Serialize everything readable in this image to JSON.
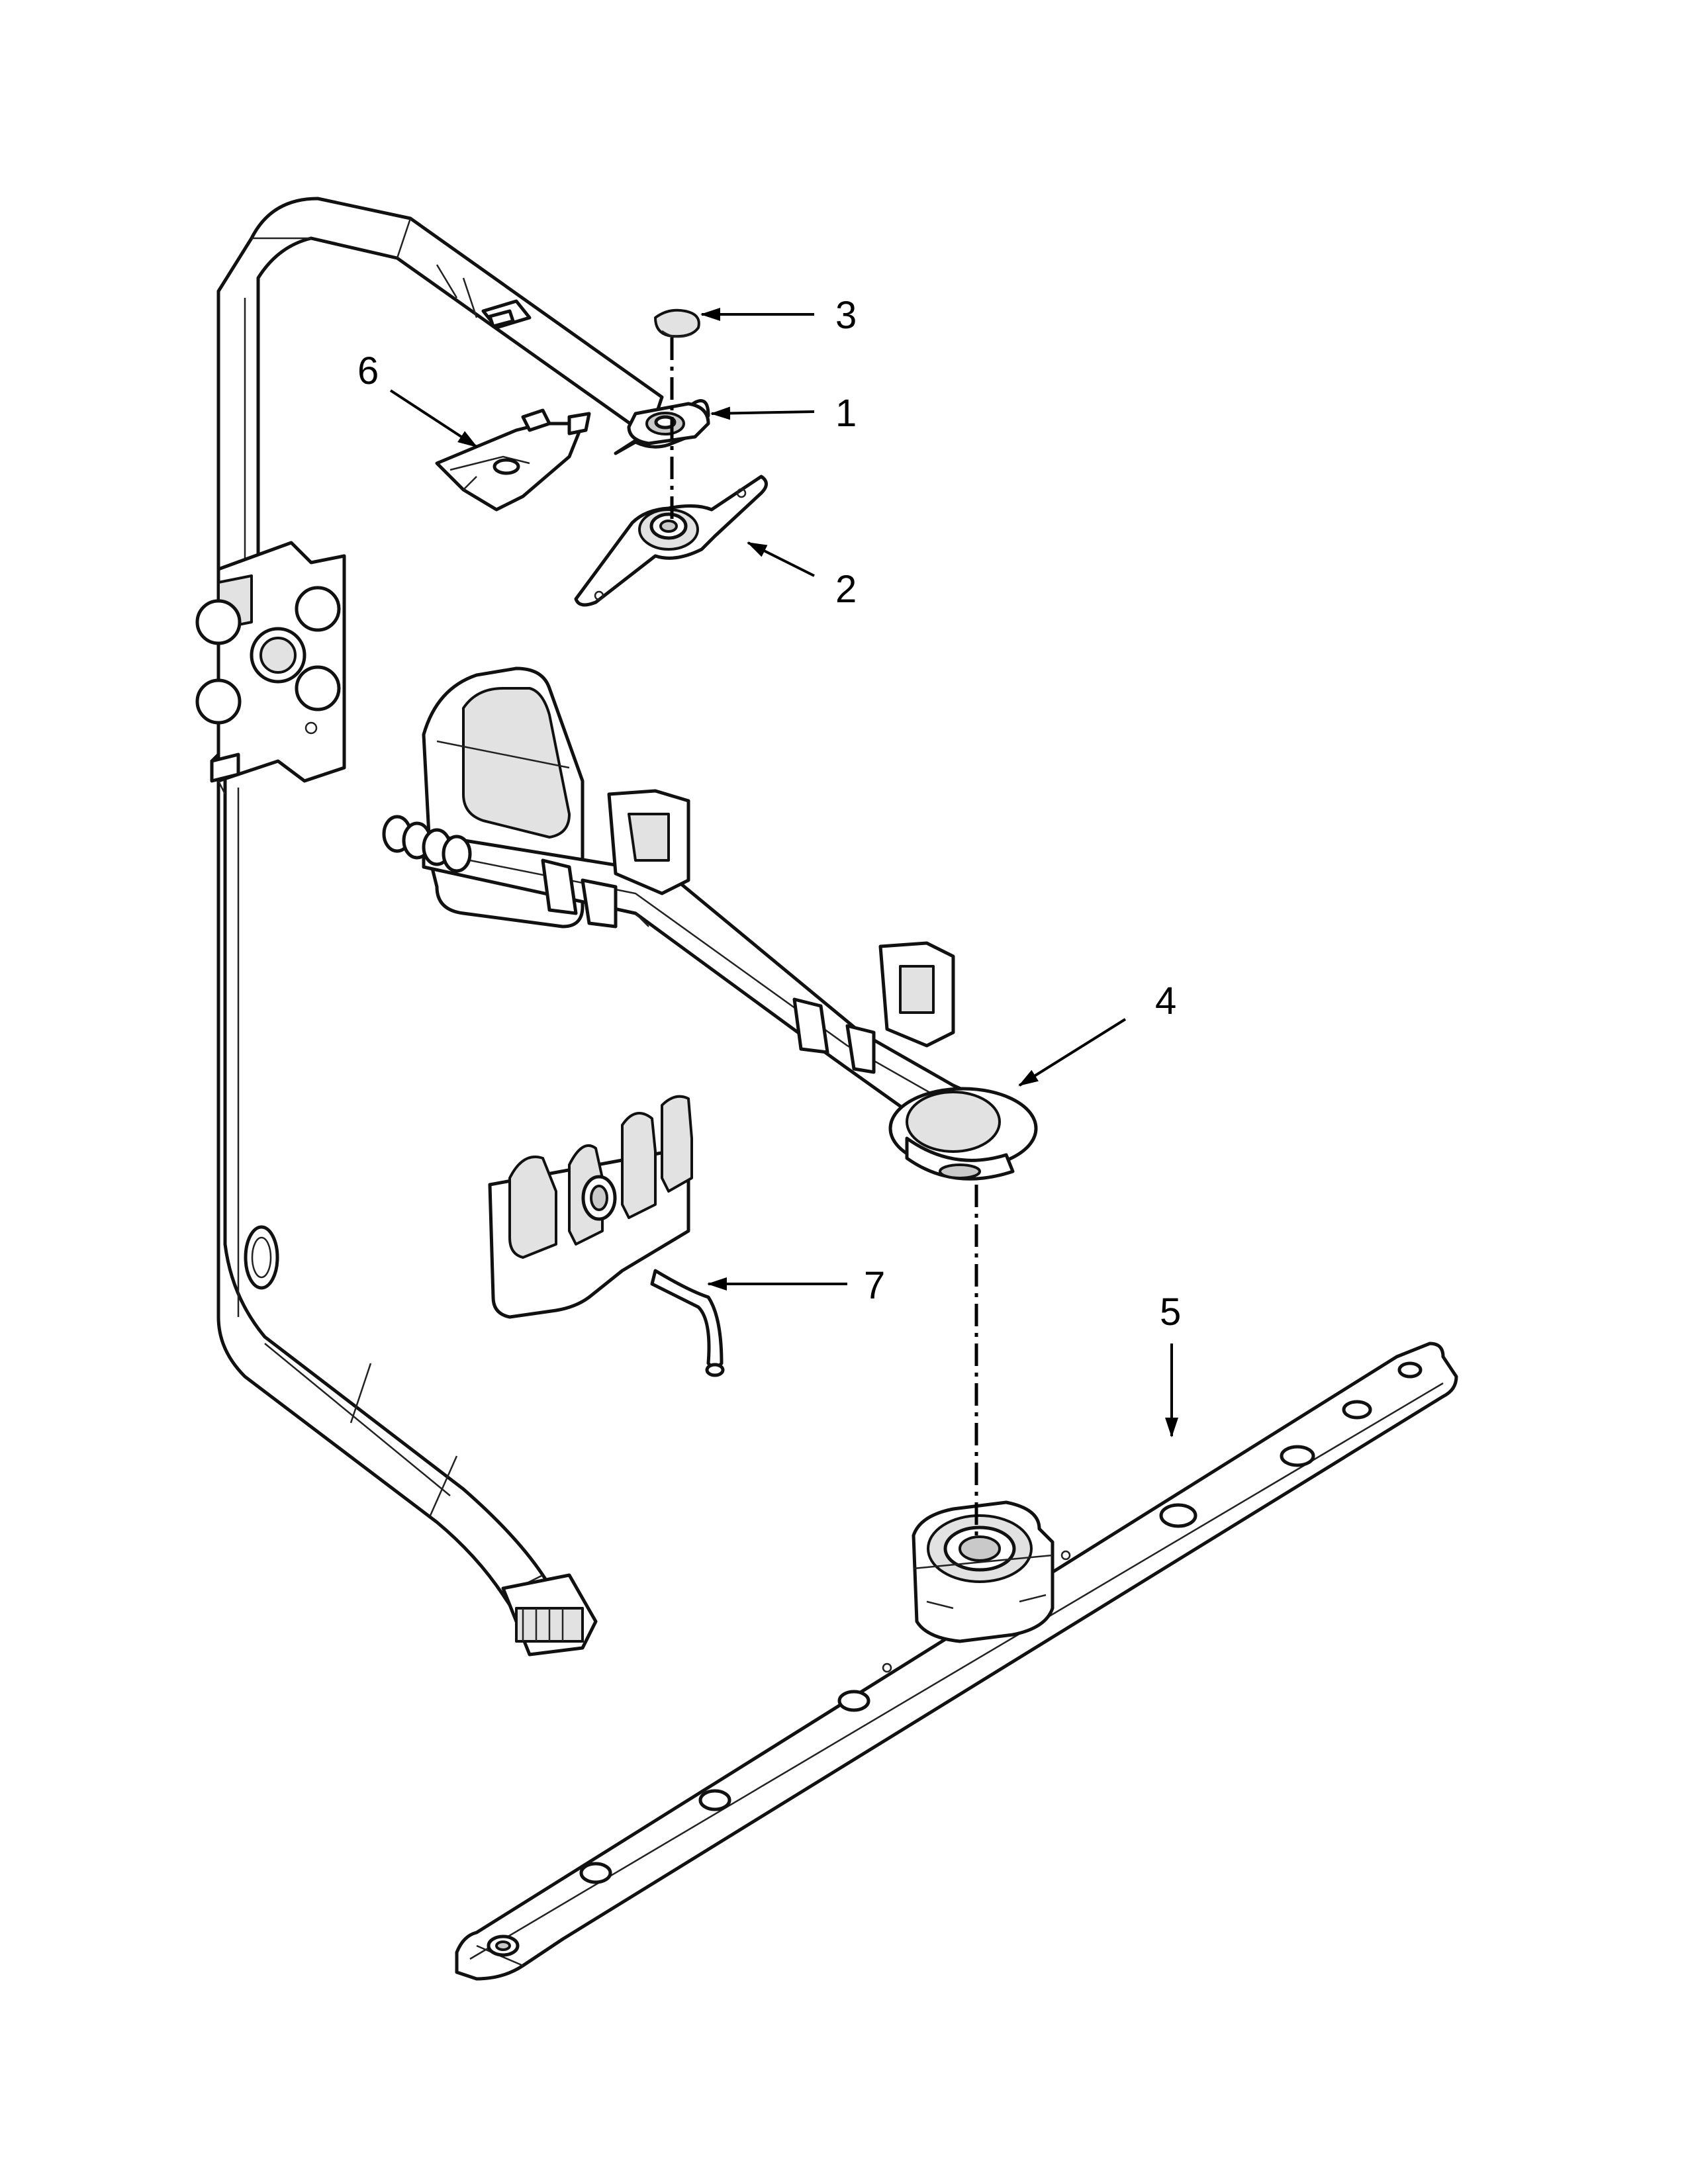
{
  "callouts": [
    {
      "id": "1",
      "label": "1"
    },
    {
      "id": "2",
      "label": "2"
    },
    {
      "id": "3",
      "label": "3"
    },
    {
      "id": "4",
      "label": "4"
    },
    {
      "id": "5",
      "label": "5"
    },
    {
      "id": "6",
      "label": "6"
    },
    {
      "id": "7",
      "label": "7"
    }
  ],
  "colors": {
    "line": "#111111",
    "shade": "#e2e2e2",
    "background": "#ffffff"
  }
}
